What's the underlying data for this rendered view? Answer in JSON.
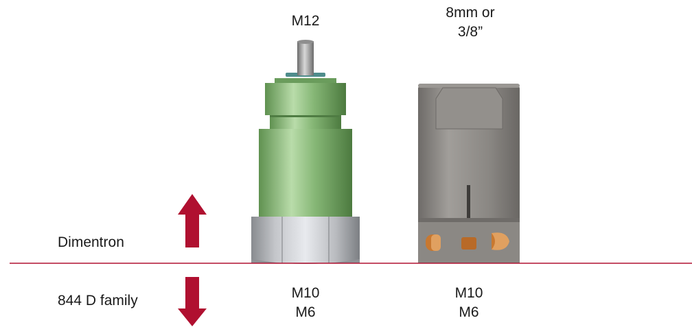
{
  "labels": {
    "top_left_thread": "M12",
    "top_right_line1": "8mm or",
    "top_right_line2": "3/8”",
    "dimentron": "Dimentron",
    "family_844": "844 D family",
    "bottom_left_line1": "M10",
    "bottom_left_line2": "M6",
    "bottom_right_line1": "M10",
    "bottom_right_line2": "M6"
  },
  "colors": {
    "arrow": "#b01030",
    "divider": "#b01030",
    "green_body": "#7fb070",
    "hex_base": "#b8b8bc",
    "grey_body": "#8a8783",
    "orange_detail": "#c87830"
  }
}
